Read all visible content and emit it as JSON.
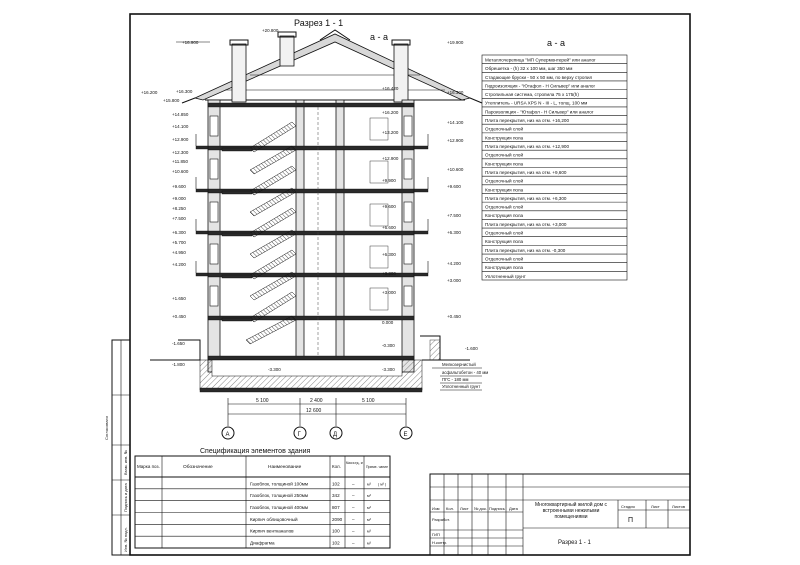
{
  "section": {
    "title": "Разрез 1 - 1",
    "marker": "а - а",
    "levels_left": [
      {
        "v": 0.0,
        "label": "+20.800"
      },
      {
        "v": 0.0,
        "label": "+16.900"
      },
      {
        "v": 0.0,
        "label": "+16.200"
      },
      {
        "v": 0.0,
        "label": "+15.800"
      },
      {
        "v": 0.0,
        "label": "+16.300"
      },
      {
        "v": 0.0,
        "label": "+14.850"
      },
      {
        "v": 0.0,
        "label": "+14.100"
      },
      {
        "v": 0.0,
        "label": "+12.900"
      },
      {
        "v": 0.0,
        "label": "+12.300"
      },
      {
        "v": 0.0,
        "label": "+11.850"
      },
      {
        "v": 0.0,
        "label": "+10.600"
      },
      {
        "v": 0.0,
        "label": "+9.600"
      },
      {
        "v": 0.0,
        "label": "+9.000"
      },
      {
        "v": 0.0,
        "label": "+8.250"
      },
      {
        "v": 0.0,
        "label": "+7.500"
      },
      {
        "v": 0.0,
        "label": "+6.300"
      },
      {
        "v": 0.0,
        "label": "+5.700"
      },
      {
        "v": 0.0,
        "label": "+4.950"
      },
      {
        "v": 0.0,
        "label": "+4.200"
      },
      {
        "v": 0.0,
        "label": "+1.650"
      },
      {
        "v": 0.0,
        "label": "+0.450"
      },
      {
        "v": 0.0,
        "label": "-1.650"
      },
      {
        "v": 0.0,
        "label": "-1.800"
      }
    ],
    "levels_right": [
      "+19.900",
      "+16.300",
      "+14.100",
      "+12.900",
      "+10.600",
      "+9.600",
      "+7.500",
      "+6.300",
      "+4.200",
      "+3.000",
      "+0.450",
      "-1.600"
    ],
    "levels_inner": [
      "+16.420",
      "+16.200",
      "+13.200",
      "+12.900",
      "+9.900",
      "+9.600",
      "+6.600",
      "+6.300",
      "+3.300",
      "+3.000",
      "0.000",
      "-0.300",
      "-3.300",
      "-3.300"
    ],
    "ground_note": [
      "Мелкозернистый",
      "асфальтобетон - 40 мм",
      "ПГС - 180 мм",
      "Уплотненный грунт"
    ],
    "dimensions": [
      "5 100",
      "2 400",
      "5 100",
      "12 600"
    ],
    "axes": [
      "А",
      "Г",
      "Д",
      "Е"
    ]
  },
  "legend": {
    "title": "а - а",
    "rows": [
      "Металлочерепица \"МП Супермонтерей\" или аналог",
      "Обрешетка - (h) 32 х 100 мм, шаг 350 мм",
      "Стадающие бруски - 50 х 50 мм, по верху стропил",
      "Гидроизоляция - \"Ютафол - Н Сильвер\" или аналог",
      "Стропильная система, стропила 75 х 175(h)",
      "Утеплитель - URSA XPS N - III - L, толщ. 100 мм",
      "Пароизоляция - \"Ютафол - Н Сильвер\" или аналог",
      "Плита перекрытия, низ на отм. +16,200",
      "Отделочный слой",
      "Конструкция пола",
      "Плита перекрытия, низ на отм. +12,900",
      "Отделочный слой",
      "Конструкция пола",
      "Плита перекрытия, низ на отм. +9,600",
      "Отделочный слой",
      "Конструкция пола",
      "Плита перекрытия, низ на отм. +6,300",
      "Отделочный слой",
      "Конструкция пола",
      "Плита перекрытия, низ на отм. +3,000",
      "Отделочный слой",
      "Конструкция пола",
      "Плита перекрытия, низ на отм. -0,300",
      "Отделочный слой",
      "Конструкция пола",
      "Уплотненный грунт"
    ]
  },
  "spec": {
    "title": "Спецификация элементов здания",
    "headers": [
      "Марка поз.",
      "Обозначение",
      "Наименование",
      "Кол.",
      "Масса ед., кг",
      "Приме- чание"
    ],
    "rows": [
      {
        "name": "Газоблок, толщиной 100мм",
        "qty": "102",
        "mass": "–",
        "unit": "м³",
        "note": "( м³ )"
      },
      {
        "name": "Газоблок, толщиной 250мм",
        "qty": "342",
        "mass": "–",
        "unit": "м³",
        "note": ""
      },
      {
        "name": "Газоблок, толщиной 400мм",
        "qty": "807",
        "mass": "–",
        "unit": "м³",
        "note": ""
      },
      {
        "name": "Кирпич облицовочный",
        "qty": "2090",
        "mass": "–",
        "unit": "м³",
        "note": ""
      },
      {
        "name": "Кирпич вентканалов",
        "qty": "100",
        "mass": "–",
        "unit": "м³",
        "note": ""
      },
      {
        "name": "Диафрагма",
        "qty": "102",
        "mass": "–",
        "unit": "м³",
        "note": ""
      }
    ]
  },
  "stamp": {
    "project": "Многоквартирный жилой дом с встроенными нежилыми помещениями",
    "drawing": "Разрез 1 - 1",
    "col_headers": [
      "Изм",
      "Кол.",
      "Лист",
      "№ док.",
      "Подпись",
      "Дата"
    ],
    "roles": [
      "Разработ.",
      "ГИП",
      "Н.контр."
    ],
    "stage_headers": [
      "Стадия",
      "Лист",
      "Листов"
    ],
    "stage": "П"
  },
  "margin_labels": [
    "Инв. № подл.",
    "Подпись и дата",
    "Взам. инв. №",
    "Согласовано"
  ]
}
